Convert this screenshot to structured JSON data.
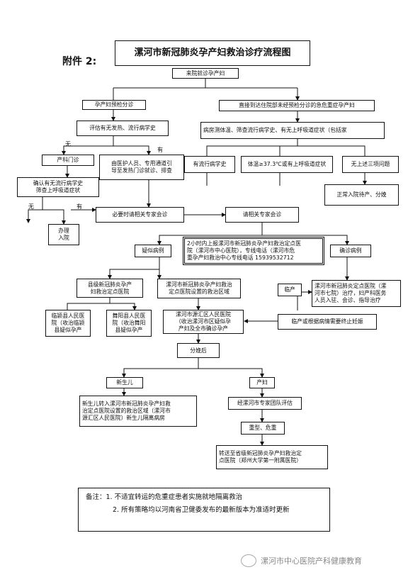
{
  "annex": "附件 2:",
  "title": "漯河市新冠肺炎孕产妇救治诊疗流程图",
  "nodes": {
    "start": "来院就诊孕产妇",
    "prenatal": "孕产妇预检分诊",
    "direct": "直接到达住院部未经预检分诊的急危重症孕产妇",
    "assess_fever": "评估有无发热、流行病学史",
    "label_no1": "无",
    "label_yes1": "有",
    "obstetric_clinic": "产科门诊",
    "escort": "由医护人员、专用通道引\n导至发热门诊就诊、排查",
    "temp_screen": "病房测体温、筛查流行病学史、有无上呼吸道症状（包括家",
    "epi_history": "有流行病学史",
    "temp_high": "体温≥37.3℃或有上呼吸道症状",
    "none_three": "无上述三项问题",
    "confirm_no": "确认有无流行病学史\n筛查上呼吸道症状",
    "label_no2": "无",
    "label_yes2": "有",
    "normal_delivery": "正常入院待产、分娩",
    "discharge": "办理\n入院",
    "expert_if_needed": "必要时请相关专家会诊",
    "expert_consult": "请相关专家会诊",
    "suspected": "疑似病例",
    "report": "2小时内上报漯河市新冠肺炎孕产妇救治定点医\n院（漯河市中心医院），专线电话（漯河市危\n重孕产妇救治中心专线电话 15939532712",
    "confirmed": "确诊病例",
    "county_hospital": "县级新冠肺炎孕产\n妇救治定点医院",
    "city_zone": "漯河市新冠肺炎孕产妇救治\n定点医院设置的救治区域",
    "delivery_node": "临产",
    "city_hospital_7": "漯河市新冠肺炎定点医院（漯\n河市七院）治疗，妇产科医务\n人员入驻、会诊、指导治疗",
    "linying": "临颍县人民医\n院（收治临颍\n县疑似孕产",
    "wuyang": "舞阳县人民医\n院（收治舞阳\n县疑似孕产",
    "yuanhui": "漯河市源汇区人民医院\n（收治漯河市区疑似孕\n产妇及全市确诊孕产",
    "terminate": "临产或根据病情需要终止妊娠",
    "after_delivery": "分娩后",
    "newborn": "新生儿",
    "mother": "产妇",
    "newborn_transfer": "新生儿转入漯河市新冠肺炎孕产妇救\n治定点医院设置的救治区域（漯河市\n源汇区人民医院）新生儿隔离病房",
    "expert_eval": "经漯河市专家团队评估",
    "severe": "重型、危重",
    "transfer_provincial": "转送至省级新冠肺炎孕产妇救治定\n点医院（郑州大学第一附属医院）"
  },
  "notes": {
    "label": "备注：",
    "item1": "1. 不适宜转运的危重症患者实施就地隔离救治",
    "item2": "2. 所有策略均以河南省卫健委发布的最新版本为准适时更新"
  },
  "footer": "漯河市中心医院产科健康教育"
}
